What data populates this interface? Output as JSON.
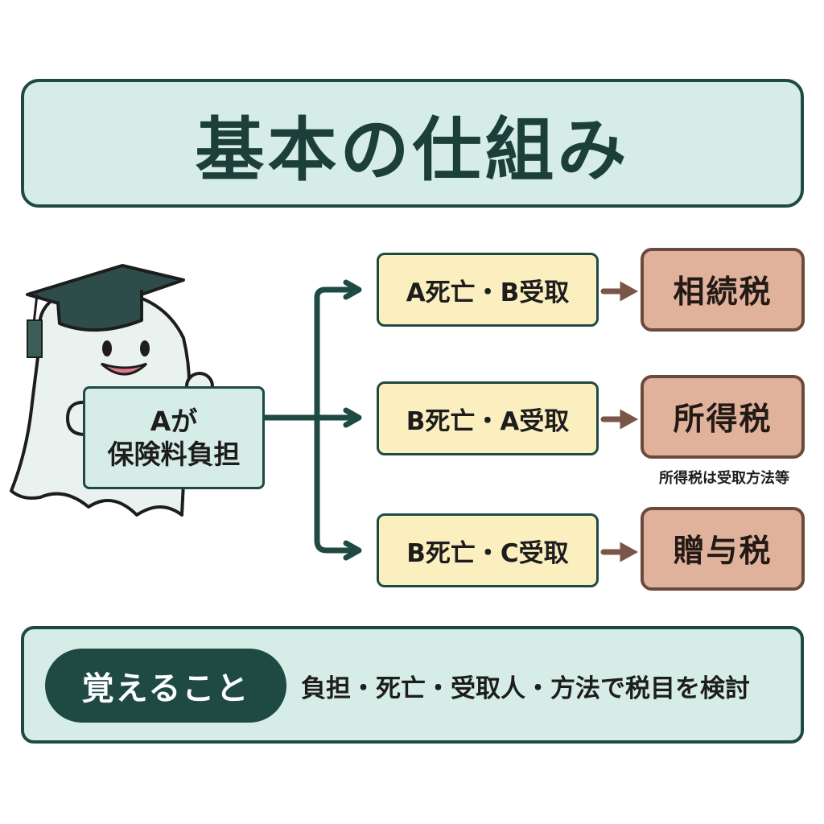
{
  "title": "基本の仕組み",
  "sign": {
    "line1": "Aが",
    "line2": "保険料負担"
  },
  "cases": [
    {
      "label": "A死亡・B受取",
      "tax": "相続税"
    },
    {
      "label": "B死亡・A受取",
      "tax": "所得税",
      "note": "所得税は受取方法等"
    },
    {
      "label": "B死亡・C受取",
      "tax": "贈与税"
    }
  ],
  "remember": {
    "label": "覚えること",
    "text": "負担・死亡・受取人・方法で税目を検討"
  },
  "colors": {
    "teal_dark": "#1f4a44",
    "mint": "#d6ece7",
    "cream": "#fbefbf",
    "terracotta": "#e0b29b",
    "brown_arrow": "#7a5648"
  },
  "icons": [
    "graduation-cap-icon",
    "ghost-mascot-icon"
  ]
}
